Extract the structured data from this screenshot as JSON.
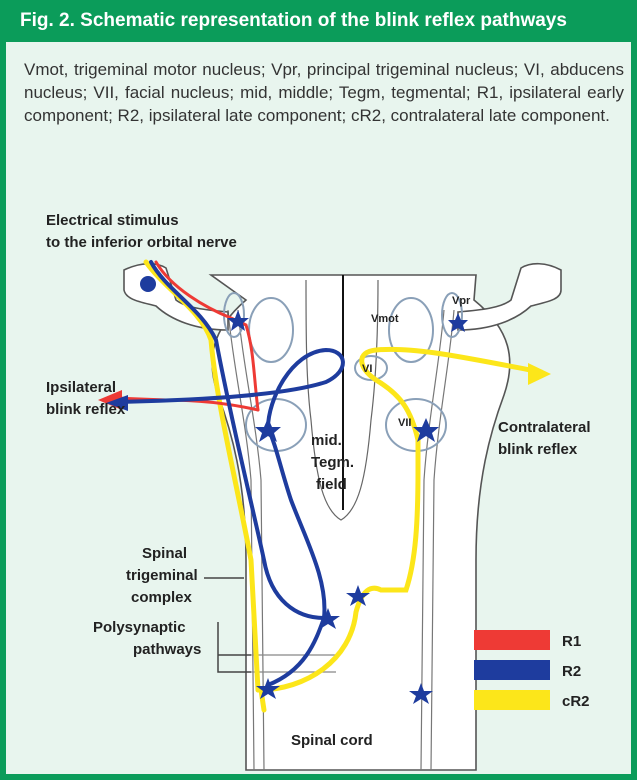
{
  "figure": {
    "title": "Fig. 2. Schematic representation of the blink reflex pathways",
    "caption": "Vmot, trigeminal motor nucleus; Vpr, principal trigeminal nucleus; VI, abducens nucleus; VII, facial nucleus; mid, middle; Tegm, tegmental; R1, ipsilateral early component; R2, ipsilateral late component; cR2, contralateral late component."
  },
  "diagram": {
    "stimulus_line1": "Electrical stimulus",
    "stimulus_line2": "to the inferior orbital nerve",
    "ipsi_line1": "Ipsilateral",
    "ipsi_line2": "blink reflex",
    "contra_line1": "Contralateral",
    "contra_line2": "blink reflex",
    "mid_line1": "mid.",
    "mid_line2": "Tegm.",
    "mid_line3": "field",
    "vmot": "Vmot",
    "vpr": "Vpr",
    "vi": "VI",
    "vii": "VII",
    "spinal_line1": "Spinal",
    "spinal_line2": "trigeminal",
    "spinal_line3": "complex",
    "poly_line1": "Polysynaptic",
    "poly_line2": "pathways",
    "spinal_cord": "Spinal cord"
  },
  "legend": [
    {
      "label": "R1",
      "color": "#ee3a35"
    },
    {
      "label": "R2",
      "color": "#1e3c9e"
    },
    {
      "label": "cR2",
      "color": "#fce61a"
    }
  ],
  "colors": {
    "header": "#0b9c5a",
    "background": "#e8f5ee",
    "r1": "#ee3a35",
    "r2": "#1e3c9e",
    "cr2": "#fce61a",
    "neuron_star": "#1e3c9e"
  }
}
